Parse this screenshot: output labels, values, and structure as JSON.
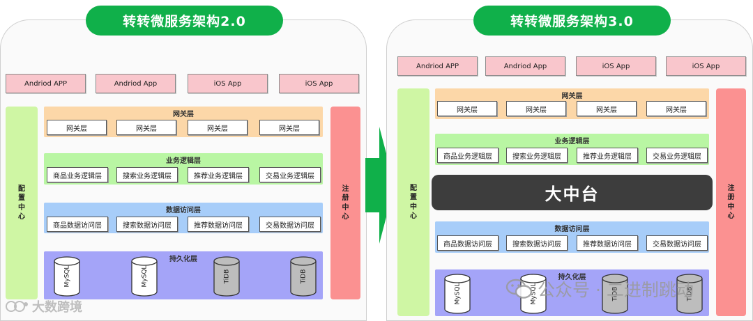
{
  "left": {
    "title": "转转微服务架构2.0",
    "apps": [
      "Andriod APP",
      "Andriod App",
      "iOS App",
      "iOS App"
    ],
    "config_center": "配置中心",
    "registry_center": "注册中心",
    "gateway": {
      "title": "网关层",
      "items": [
        "网关层",
        "网关层",
        "网关层",
        "网关层"
      ]
    },
    "business": {
      "title": "业务逻辑层",
      "items": [
        "商品业务逻辑层",
        "搜索业务逻辑层",
        "推荐业务逻辑层",
        "交易业务逻辑层"
      ]
    },
    "data_access": {
      "title": "数据访问层",
      "items": [
        "商品数据访问层",
        "搜索数据访问层",
        "推荐数据访问层",
        "交易数据访问层"
      ]
    },
    "persistence": {
      "title": "持久化层",
      "dbs": [
        "MySQL",
        "MySQL",
        "TiDB",
        "TiDB"
      ]
    }
  },
  "right": {
    "title": "转转微服务架构3.0",
    "apps": [
      "Andriod APP",
      "Andriod App",
      "iOS App",
      "iOS App"
    ],
    "config_center": "配置中心",
    "registry_center": "注册中心",
    "gateway": {
      "title": "网关层",
      "items": [
        "网关层",
        "网关层",
        "网关层",
        "网关层"
      ]
    },
    "business": {
      "title": "业务逻辑层",
      "items": [
        "商品业务逻辑层",
        "搜索业务逻辑层",
        "推荐业务逻辑层",
        "交易业务逻辑层"
      ]
    },
    "middle_platform": "大中台",
    "data_access": {
      "title": "数据访问层",
      "items": [
        "商品数据访问层",
        "搜索数据访问层",
        "推荐数据访问层",
        "交易数据访问层"
      ]
    },
    "persistence": {
      "title": "持久化层",
      "dbs": [
        "MySQL",
        "MySQL",
        "TiDB",
        "TiDB"
      ]
    }
  },
  "watermarks": {
    "left": "大数跨境",
    "right": "公众号 · 二进制跳动"
  },
  "colors": {
    "title_green": "#10b04a",
    "app_pink": "#f9c6cc",
    "config_green": "#cff6a4",
    "registry_red": "#fb9191",
    "gateway_orange": "#fcd7a8",
    "business_green": "#b9f6a3",
    "data_blue": "#a7cdf9",
    "persistence_purple": "#a4a4f8",
    "mysql_db": "#ffffff",
    "tidb_db": "#bdbdbd",
    "middle_platform": "#3d3d3d",
    "arrow_green": "#10b04a"
  }
}
